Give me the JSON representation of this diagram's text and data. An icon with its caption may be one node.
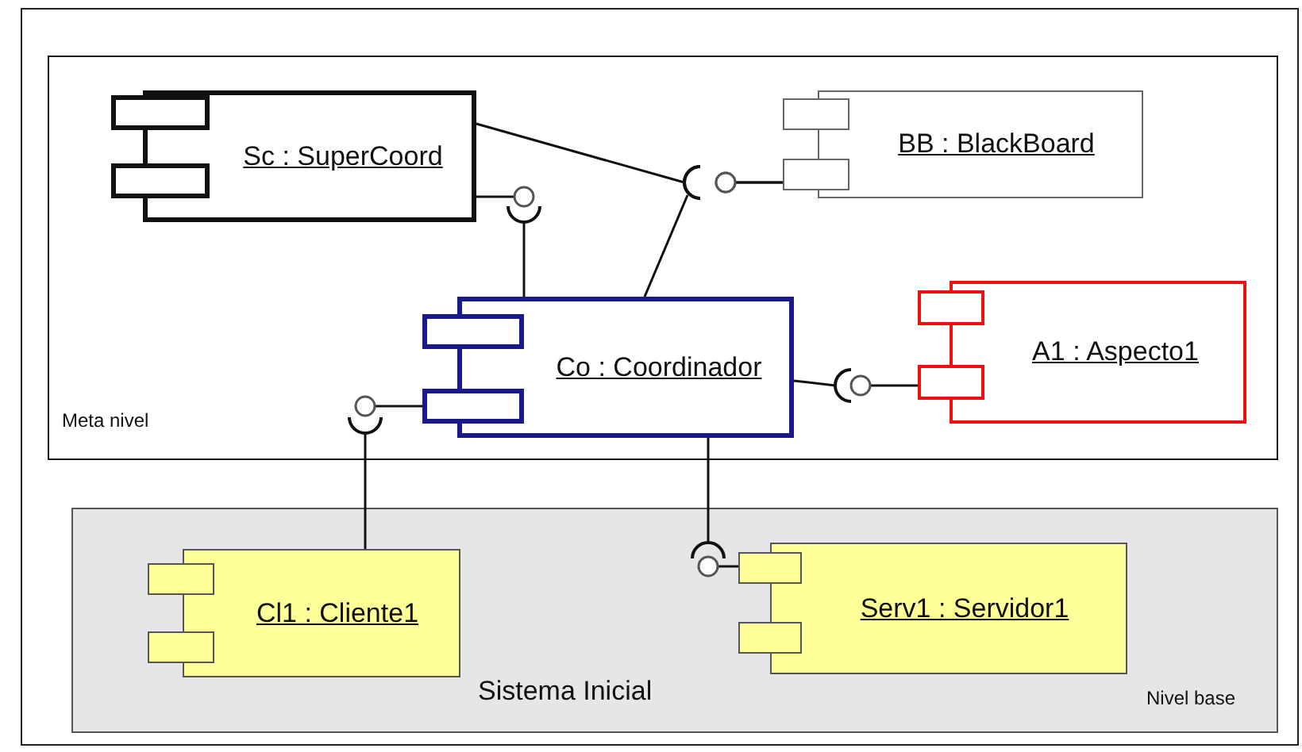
{
  "diagram": {
    "nodes": [
      {
        "text": [
          "Meta nivel"
        ]
      },
      {
        "text": [
          "Sistema Inicial",
          "Nivel base"
        ]
      },
      {
        "text": [
          "Sc : SuperCoord"
        ],
        "in": 0
      },
      {
        "text": [
          "BB : BlackBoard"
        ],
        "in": 0
      },
      {
        "text": [
          "Co : Coordinador"
        ],
        "in": 0
      },
      {
        "text": [
          "A1 : Aspecto1"
        ],
        "in": 0
      },
      {
        "text": [
          "Cl1 : Cliente1"
        ],
        "in": 1
      },
      {
        "text": [
          "Serv1 : Servidor1"
        ],
        "in": 1
      }
    ],
    "edges": [
      {
        "from": 2,
        "to": 3,
        "arrow": "none"
      },
      {
        "from": 4,
        "to": 3,
        "arrow": "none"
      },
      {
        "from": 4,
        "to": 2,
        "arrow": "none"
      },
      {
        "from": 6,
        "to": 4,
        "arrow": "none"
      },
      {
        "from": 4,
        "to": 5,
        "arrow": "none"
      },
      {
        "from": 4,
        "to": 7,
        "arrow": "none"
      }
    ]
  }
}
